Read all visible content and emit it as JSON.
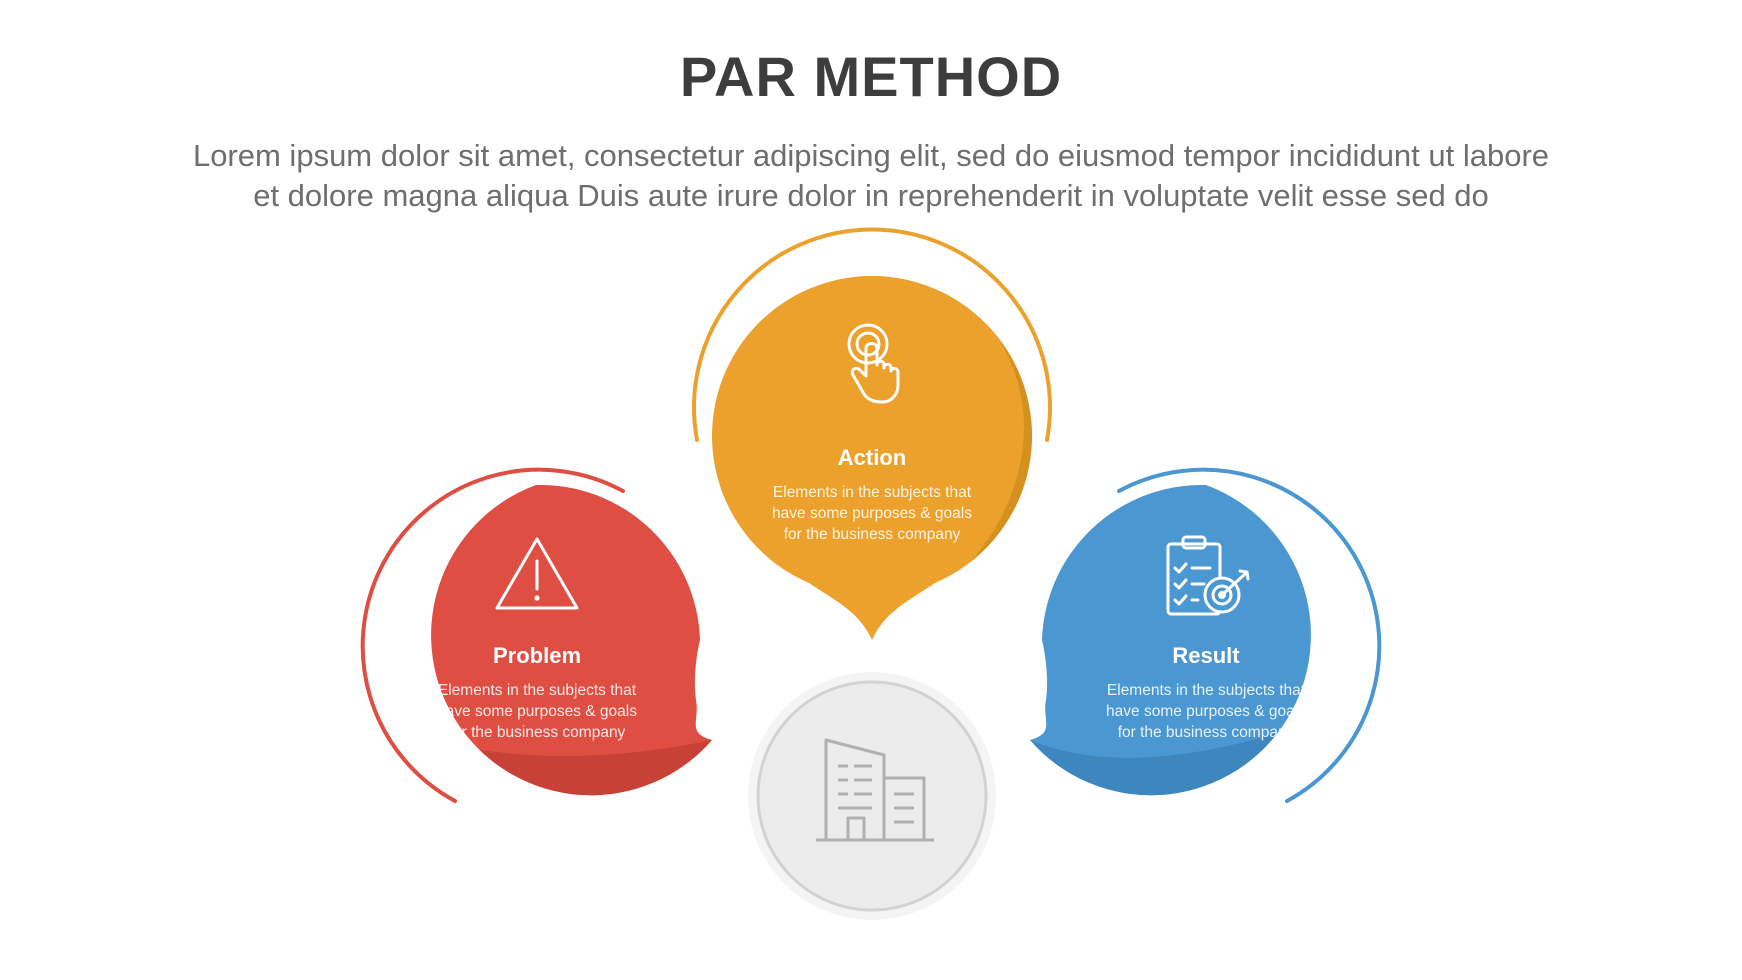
{
  "header": {
    "title": "PAR METHOD",
    "subtitle_lines": [
      "Lorem ipsum dolor sit amet, consectetur adipiscing elit, sed do eiusmod tempor incididunt ut labore",
      "et dolore magna aliqua Duis aute irure dolor in reprehenderit in voluptate velit esse sed do"
    ]
  },
  "steps": [
    {
      "label": "Problem",
      "icon": "warning-triangle-icon",
      "color": "#df4e43",
      "desc_lines": [
        "Elements in the subjects that",
        "have  some purposes & goals",
        "for the  business company"
      ]
    },
    {
      "label": "Action",
      "icon": "tap-hand-icon",
      "color": "#eba12c",
      "desc_lines": [
        "Elements in the subjects that",
        "have  some purposes & goals",
        "for the  business company"
      ]
    },
    {
      "label": "Result",
      "icon": "checklist-target-icon",
      "color": "#4a97d2",
      "desc_lines": [
        "Elements in the subjects that",
        "have  some purposes & goals",
        "for the  business company"
      ]
    }
  ],
  "center": {
    "icon": "building-icon",
    "color": "#eeeeee"
  }
}
